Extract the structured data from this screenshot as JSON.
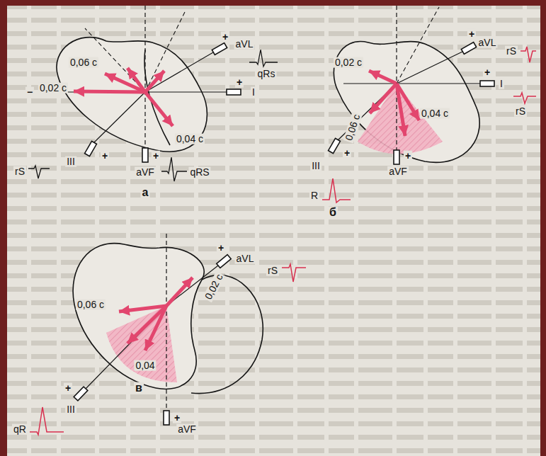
{
  "diagram": {
    "labels": [
      "0,06 с",
      "0,02 с",
      "0,04 с",
      "aVL",
      "qRs",
      "I",
      "III",
      "rS",
      "aVF",
      "qRS",
      "а",
      "+",
      "+",
      "−",
      "+",
      "+",
      "0,02 с",
      "aVL",
      "rS",
      "I",
      "rS",
      "0,06 с",
      "0,04 с",
      "III",
      "aVF",
      "R",
      "б",
      "+",
      "+",
      "+",
      "+",
      "0,02 с",
      "aVL",
      "rS",
      "0,06 с",
      "0,04",
      "III",
      "aVF",
      "qR",
      "в",
      "+",
      "+",
      "+"
    ]
  }
}
